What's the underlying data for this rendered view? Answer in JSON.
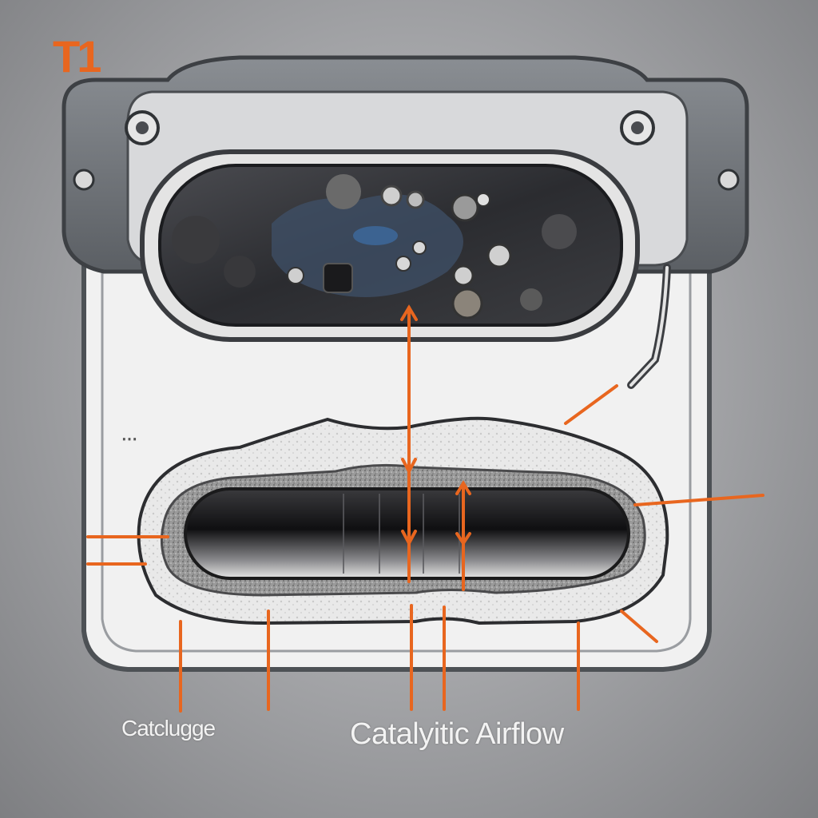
{
  "corner_tag": "T1",
  "scribble_text": "⋯",
  "labels": {
    "left": "Catclugge",
    "main": "Catalyitic Airflow"
  },
  "colors": {
    "accent": "#e8661f",
    "housing": "#5a5e63",
    "body": "#f1f1f1",
    "substrate": "#8d8d8d",
    "core": "#1d1d1f"
  }
}
